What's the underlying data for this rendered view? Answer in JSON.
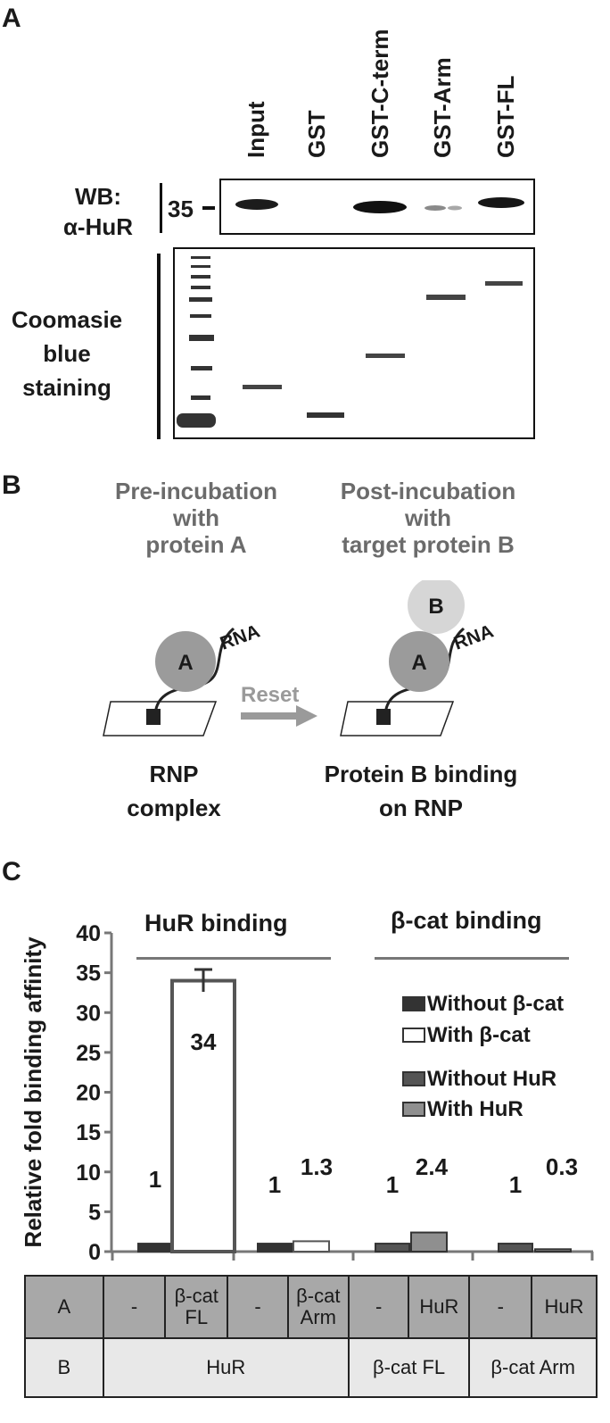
{
  "panel_a": {
    "letter": "A",
    "lanes": [
      "Input",
      "GST",
      "GST-C-term",
      "GST-Arm",
      "GST-FL"
    ],
    "wb_label_line1": "WB:",
    "wb_label_line2": "α-HuR",
    "marker": "35",
    "coomassie_line1": "Coomasie",
    "coomassie_line2": "blue",
    "coomassie_line3": "staining"
  },
  "panel_b": {
    "letter": "B",
    "pre_line1": "Pre-incubation",
    "pre_line2": "with",
    "pre_line3": "protein A",
    "post_line1": "Post-incubation",
    "post_line2": "with",
    "post_line3": "target protein B",
    "protein_a": "A",
    "protein_b": "B",
    "rna": "RNA",
    "reset": "Reset",
    "rnp_line1": "RNP",
    "rnp_line2": "complex",
    "bind_line1": "Protein B binding",
    "bind_line2": "on RNP"
  },
  "panel_c": {
    "letter": "C",
    "header_left": "HuR binding",
    "header_right": "β-cat binding",
    "table": {
      "row_a_label": "A",
      "row_b_label": "B",
      "row_a": [
        "-",
        "β-cat FL",
        "-",
        "β-cat Arm",
        "-",
        "HuR",
        "-",
        "HuR"
      ],
      "row_b": [
        "HuR",
        "β-cat FL",
        "β-cat Arm"
      ]
    }
  },
  "chart_data": {
    "type": "bar",
    "ylabel": "Relative fold binding affinity",
    "ylim": [
      0,
      40
    ],
    "yticks": [
      0,
      5,
      10,
      15,
      20,
      25,
      30,
      35,
      40
    ],
    "series": [
      {
        "name": "Without β-cat",
        "color": "#333333",
        "values": [
          1,
          null,
          1,
          null,
          null,
          null,
          null,
          null
        ]
      },
      {
        "name": "With β-cat",
        "color": "#ffffff",
        "values": [
          null,
          34,
          null,
          1.3,
          null,
          null,
          null,
          null
        ]
      },
      {
        "name": "Without HuR",
        "color": "#555555",
        "values": [
          null,
          null,
          null,
          null,
          1,
          null,
          1,
          null
        ]
      },
      {
        "name": "With HuR",
        "color": "#8f8f8f",
        "values": [
          null,
          null,
          null,
          null,
          null,
          2.4,
          null,
          0.3
        ]
      }
    ],
    "bars": [
      {
        "value": 1,
        "series": 0,
        "label": "1"
      },
      {
        "value": 34,
        "series": 1,
        "label": "34",
        "error": 1.4
      },
      {
        "value": 1,
        "series": 0,
        "label": "1"
      },
      {
        "value": 1.3,
        "series": 1,
        "label": "1.3"
      },
      {
        "value": 1,
        "series": 2,
        "label": "1"
      },
      {
        "value": 2.4,
        "series": 3,
        "label": "2.4"
      },
      {
        "value": 1,
        "series": 2,
        "label": "1"
      },
      {
        "value": 0.3,
        "series": 3,
        "label": "0.3"
      }
    ],
    "legend_position": "top-right"
  }
}
